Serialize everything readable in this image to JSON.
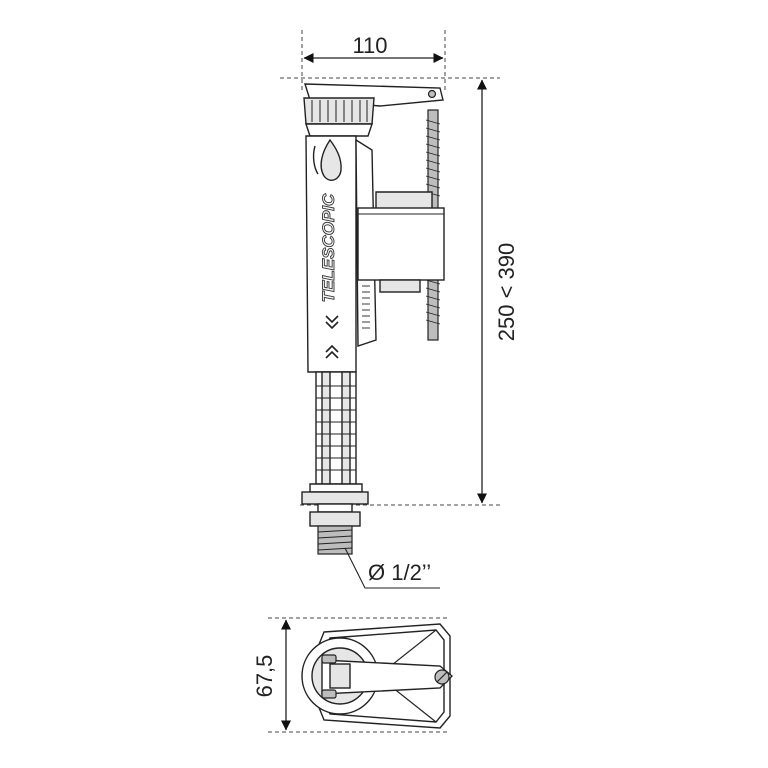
{
  "dimensions": {
    "width": "110",
    "height": "250 < 390",
    "depth": "67,5",
    "connection": "Ø 1/2’’"
  },
  "brand": {
    "label": "TELESCOPIC"
  },
  "colors": {
    "line": "#222222",
    "fill_light": "#e6e6e6",
    "fill_mid": "#bdbdbd"
  }
}
